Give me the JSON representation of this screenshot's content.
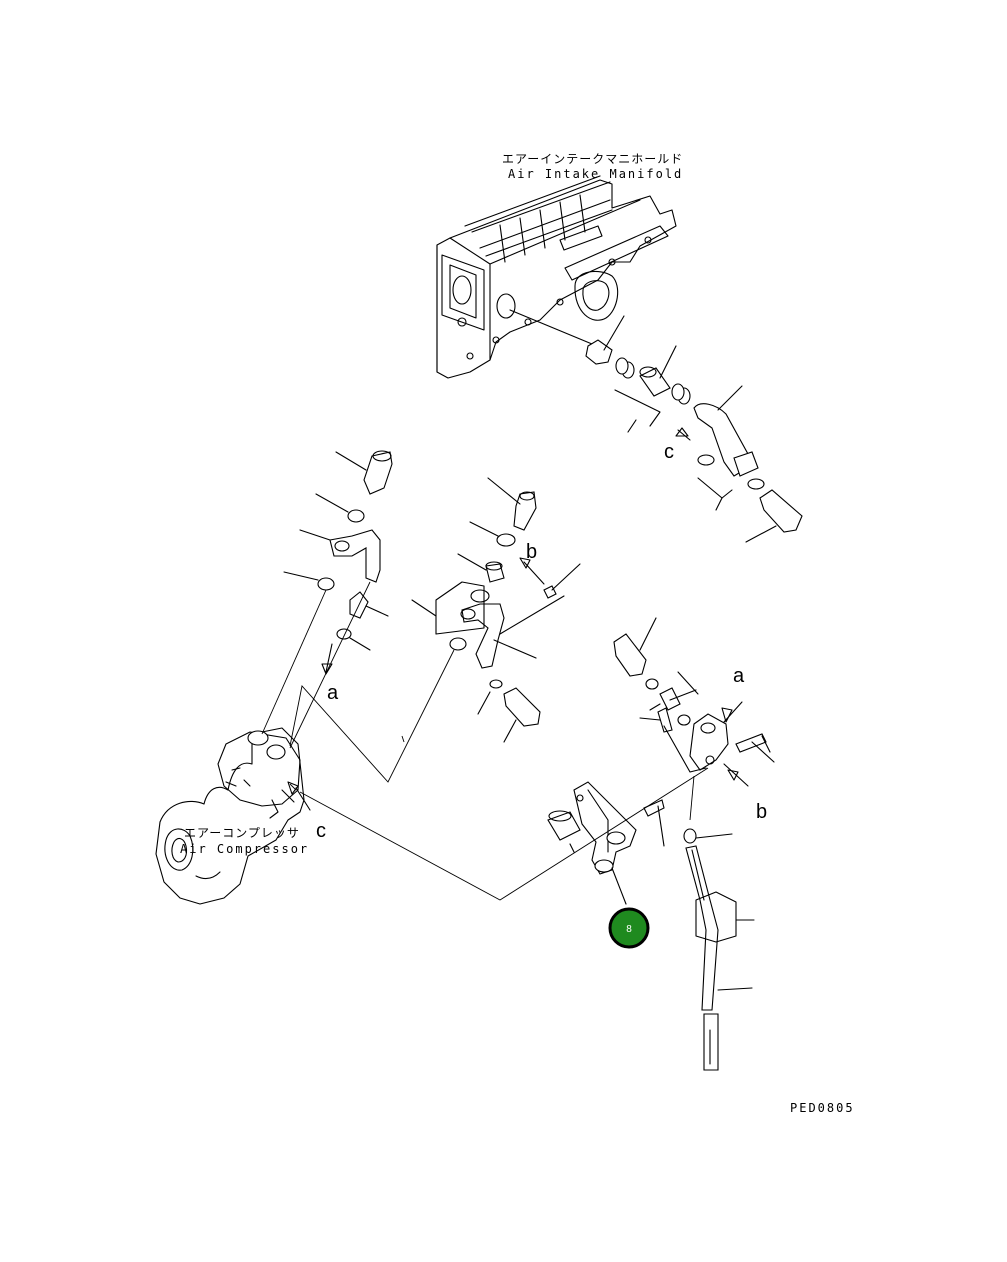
{
  "labels": {
    "manifold_jp": "エアーインテークマニホールド",
    "manifold_en": "Air Intake Manifold",
    "compressor_jp": "エアーコンプレッサ",
    "compressor_en": "Air Compressor",
    "drawing_code": "PED0805"
  },
  "markers": {
    "a_top": "a",
    "a_left": "a",
    "b_mid": "b",
    "b_right": "b",
    "c_top": "c",
    "c_left": "c"
  },
  "badge": {
    "text": "8",
    "color": "#1f8a1f"
  }
}
